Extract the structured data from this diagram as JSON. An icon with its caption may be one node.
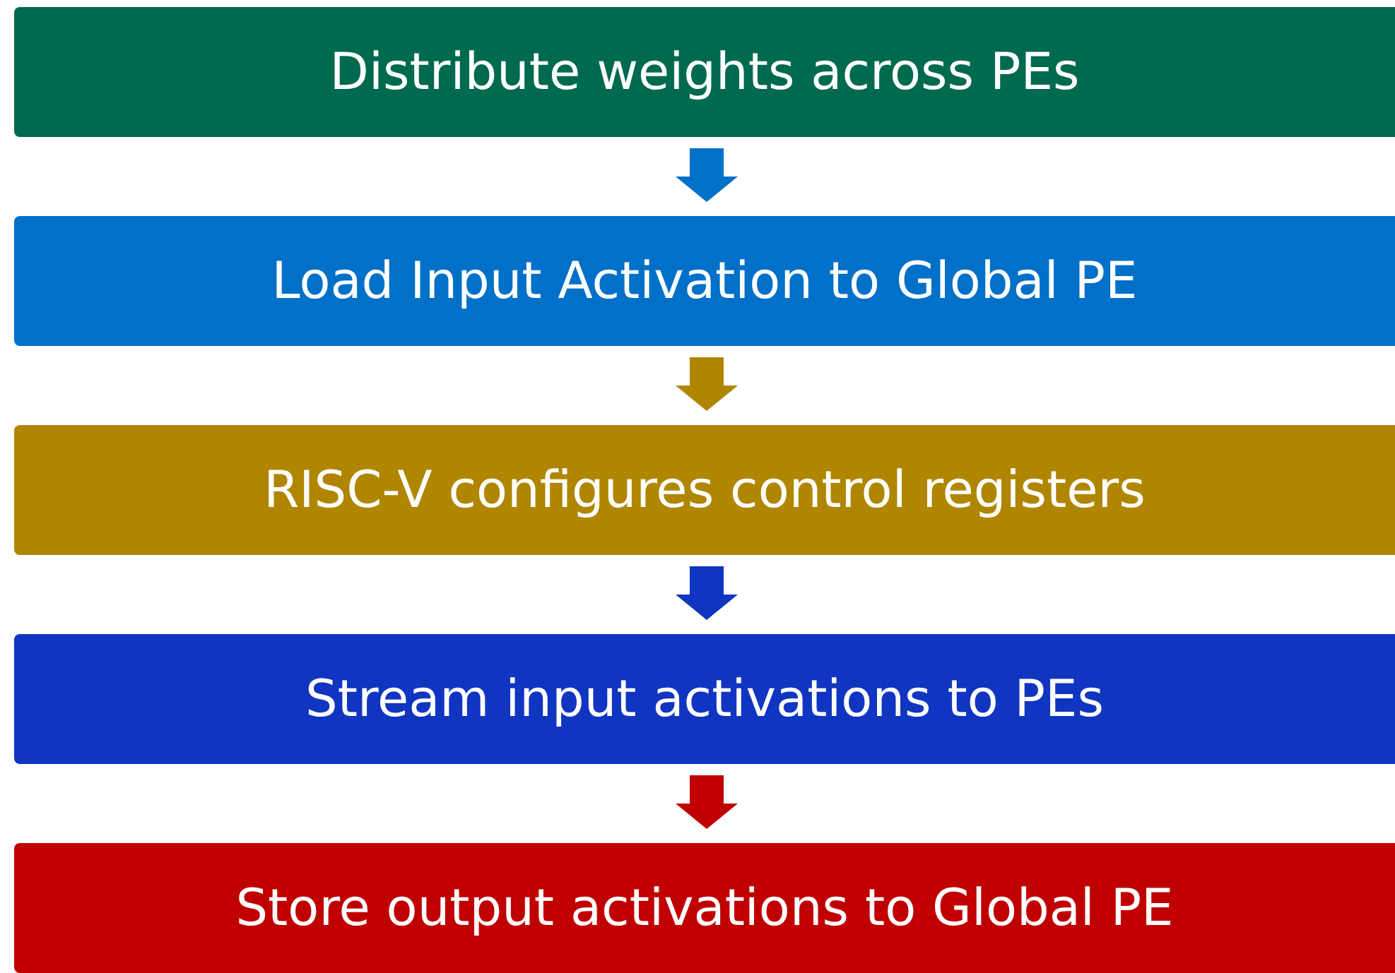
{
  "diagram": {
    "nodes": [
      {
        "text": [
          "Distribute weights across PEs"
        ]
      },
      {
        "text": [
          "Load Input Activation to Global PE"
        ]
      },
      {
        "text": [
          "RISC-V configures control registers"
        ]
      },
      {
        "text": [
          "Stream input activations to PEs"
        ]
      },
      {
        "text": [
          "Store output activations to Global PE"
        ]
      }
    ],
    "edges": [
      {
        "from": 0,
        "to": 1,
        "arrow": "to",
        "color": "#0070c8"
      },
      {
        "from": 1,
        "to": 2,
        "arrow": "to",
        "color": "#b08600"
      },
      {
        "from": 2,
        "to": 3,
        "arrow": "to",
        "color": "#1035c0"
      },
      {
        "from": 3,
        "to": 4,
        "arrow": "to",
        "color": "#c00000"
      }
    ]
  }
}
